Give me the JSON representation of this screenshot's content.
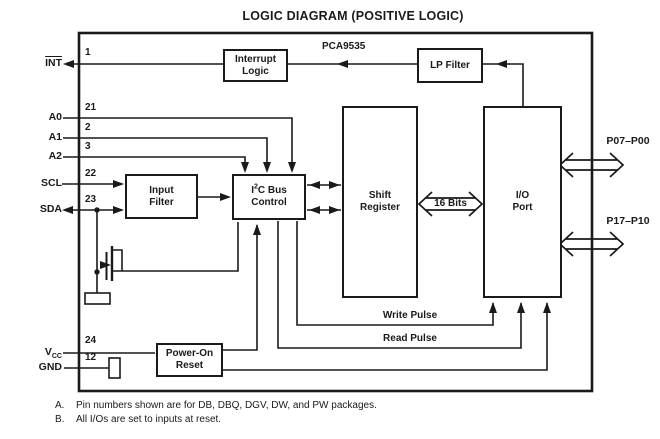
{
  "title": "LOGIC DIAGRAM (POSITIVE LOGIC)",
  "chip": "PCA9535",
  "pins": {
    "int": {
      "label": "INT",
      "number": "1"
    },
    "a0": {
      "label": "A0",
      "number": "21"
    },
    "a1": {
      "label": "A1",
      "number": "2"
    },
    "a2": {
      "label": "A2",
      "number": "3"
    },
    "scl": {
      "label": "SCL",
      "number": "22"
    },
    "sda": {
      "label": "SDA",
      "number": "23"
    },
    "vcc": {
      "label": "V",
      "sub": "CC",
      "number": "24"
    },
    "gnd": {
      "label": "GND",
      "number": "12"
    }
  },
  "blocks": {
    "interrupt_logic": {
      "line1": "Interrupt",
      "line2": "Logic"
    },
    "lp_filter": {
      "line1": "LP Filter"
    },
    "input_filter": {
      "line1": "Input",
      "line2": "Filter"
    },
    "i2c_bus_control": {
      "pre": "I",
      "sup": "2",
      "post": "C Bus",
      "line2": "Control"
    },
    "shift_register": {
      "line1": "Shift",
      "line2": "Register"
    },
    "io_port": {
      "line1": "I/O",
      "line2": "Port"
    },
    "power_on_reset": {
      "line1": "Power-On",
      "line2": "Reset"
    }
  },
  "signals": {
    "bus_width": "16 Bits",
    "write_pulse": "Write Pulse",
    "read_pulse": "Read Pulse"
  },
  "ports": {
    "p0": "P07–P00",
    "p1": "P17–P10"
  },
  "notes": [
    {
      "id": "A.",
      "text": "Pin numbers shown are for DB, DBQ, DGV, DW, and PW packages."
    },
    {
      "id": "B.",
      "text": "All I/Os are set to inputs at reset."
    }
  ],
  "colors": {
    "ink": "#1a1a1a",
    "background": "#ffffff"
  }
}
